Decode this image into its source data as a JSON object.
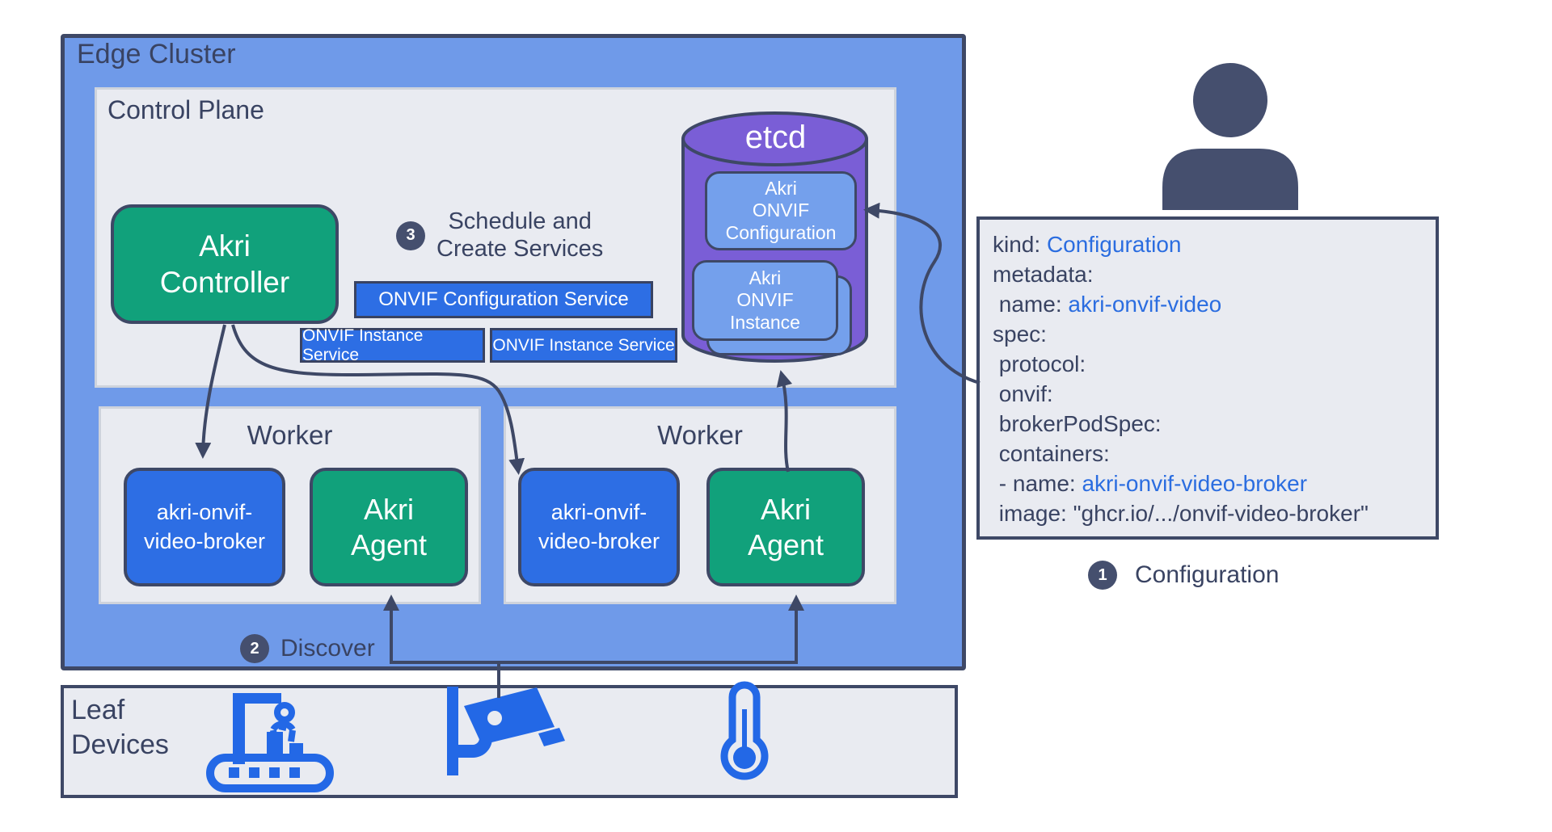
{
  "colors": {
    "navy": "#3e4866",
    "badge": "#454f6e",
    "cluster_blue": "#6f9ae9",
    "panel_gray": "#e9ebf1",
    "node_green": "#11a17b",
    "node_blue": "#2d6ee4",
    "etcd_purple": "#7a5ed6",
    "etcd_inner_blue": "#74a0ec",
    "yaml_value_blue": "#2b6de0",
    "device_icon_blue": "#2368e6"
  },
  "edge_cluster": {
    "title": "Edge Cluster"
  },
  "control_plane": {
    "title": "Control Plane",
    "controller_label": "Akri\nController",
    "step3_badge": "3",
    "step3_label": "Schedule and\nCreate Services",
    "services": {
      "configuration": "ONVIF Configuration Service",
      "instance_left": "ONVIF Instance Service",
      "instance_right": "ONVIF Instance Service"
    }
  },
  "etcd": {
    "title": "etcd",
    "configuration_box": "Akri\nONVIF\nConfiguration",
    "instance_box": "Akri\nONVIF\nInstance"
  },
  "workers": [
    {
      "title": "Worker",
      "broker_label": "akri-onvif-\nvideo-broker",
      "agent_label": "Akri\nAgent"
    },
    {
      "title": "Worker",
      "broker_label": "akri-onvif-\nvideo-broker",
      "agent_label": "Akri\nAgent"
    }
  ],
  "step2": {
    "badge": "2",
    "label": "Discover"
  },
  "leaf_devices": {
    "title": "Leaf\nDevices",
    "icons": [
      "robot-arm-conveyor",
      "security-camera",
      "thermometer"
    ]
  },
  "yaml_card": {
    "lines": [
      {
        "key": "kind: ",
        "value": "Configuration"
      },
      {
        "key": "metadata:",
        "value": ""
      },
      {
        "key": " name: ",
        "value": "akri-onvif-video"
      },
      {
        "key": "spec:",
        "value": ""
      },
      {
        "key": " protocol:",
        "value": ""
      },
      {
        "key": " onvif:",
        "value": ""
      },
      {
        "key": " brokerPodSpec:",
        "value": ""
      },
      {
        "key": " containers:",
        "value": ""
      },
      {
        "key": " - name: ",
        "value": "akri-onvif-video-broker"
      },
      {
        "key": " image: \"ghcr.io/.../onvif-video-broker\"",
        "value": ""
      }
    ]
  },
  "step1": {
    "badge": "1",
    "label": "Configuration"
  }
}
